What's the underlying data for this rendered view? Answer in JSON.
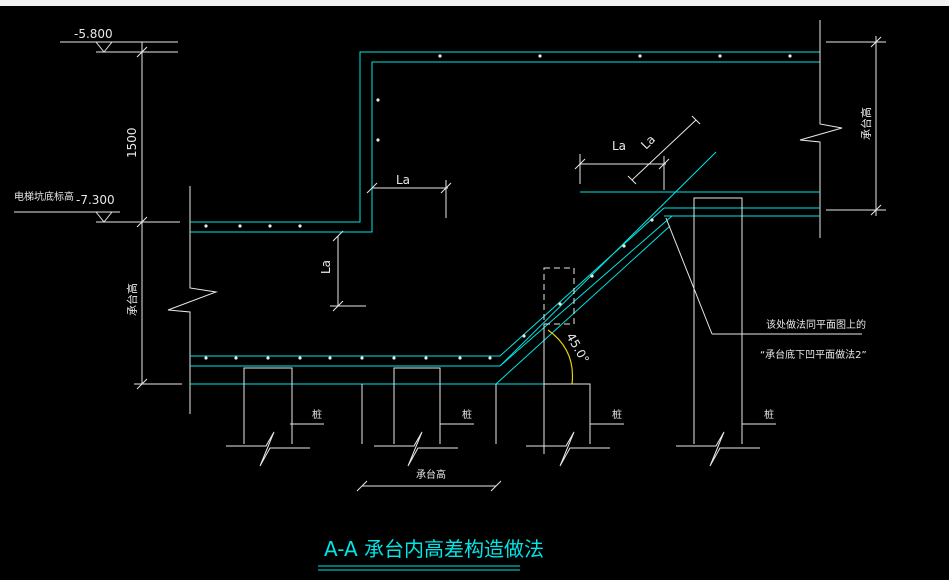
{
  "drawing": {
    "elevation_top": "-5.800",
    "elevation_pit": "-7.300",
    "pit_bottom_label": "电梯坑底标高",
    "dim_1500": "1500",
    "la_upper": "La",
    "la_vertical": "La",
    "la_diag_horizontal": "La",
    "la_diag": "La",
    "angle": "45.0°",
    "cap_height_left": "承台高",
    "cap_height_right": "承台高",
    "cap_height_bottom": "承台高",
    "pile_label": "桩",
    "note_line1": "该处做法同平面图上的",
    "note_line2": "“承台底下凹平面做法2”",
    "title": "A-A  承台内高差构造做法"
  },
  "colors": {
    "line": "#00e5e5",
    "text": "#e8e8e8",
    "accent": "#e6d200"
  }
}
